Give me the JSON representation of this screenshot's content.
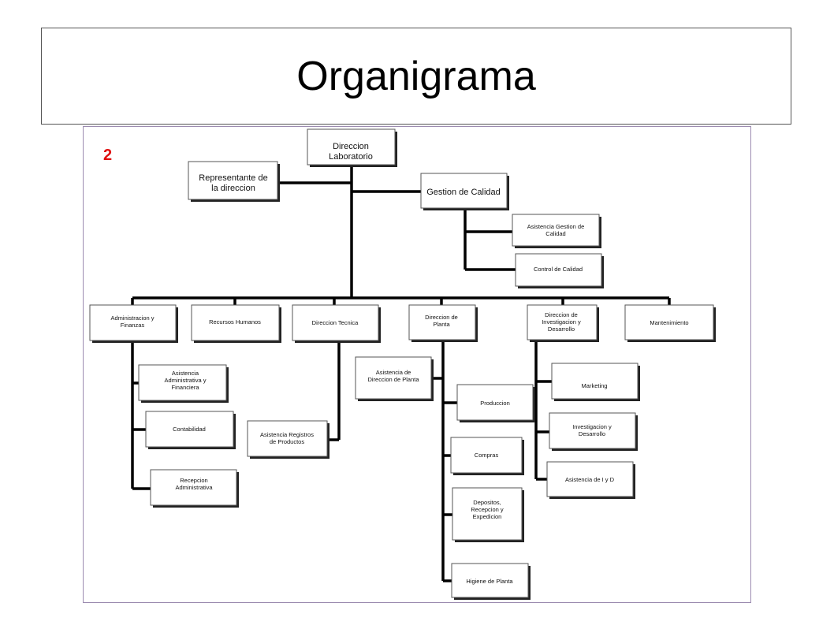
{
  "title": "Organigrama",
  "slide_number": "2",
  "nodes": {
    "direccion_laboratorio": "Direccion Laboratorio",
    "representante": "Representante de la direccion",
    "gestion_calidad": "Gestion de Calidad",
    "asistencia_gestion_calidad": "Asistencia Gestion de Calidad",
    "control_calidad": "Control de Calidad",
    "administracion_finanzas": "Administracion y Finanzas",
    "recursos_humanos": "Recursos Humanos",
    "direccion_tecnica": "Direccion Tecnica",
    "direccion_planta": "Direccion de Planta",
    "direccion_investigacion": "Direccion de Investigacion y Desarrollo",
    "mantenimiento": "Mantenimiento",
    "asistencia_administrativa": "Asistencia Administrativa y Financiera",
    "contabilidad": "Contabilidad",
    "recepcion_administrativa": "Recepcion Administrativa",
    "asistencia_registros": "Asistencia Registros de Productos",
    "asistencia_direccion_planta": "Asistencia de Direccion de Planta",
    "produccion": "Produccion",
    "compras": "Compras",
    "depositos": "Depositos, Recepcion y Expedicion",
    "higiene_planta": "Higiene de Planta",
    "marketing": "Marketing",
    "investigacion_desarrollo": "Investigacion y Desarrollo",
    "asistencia_iyd": "Asistencia de I y D"
  }
}
